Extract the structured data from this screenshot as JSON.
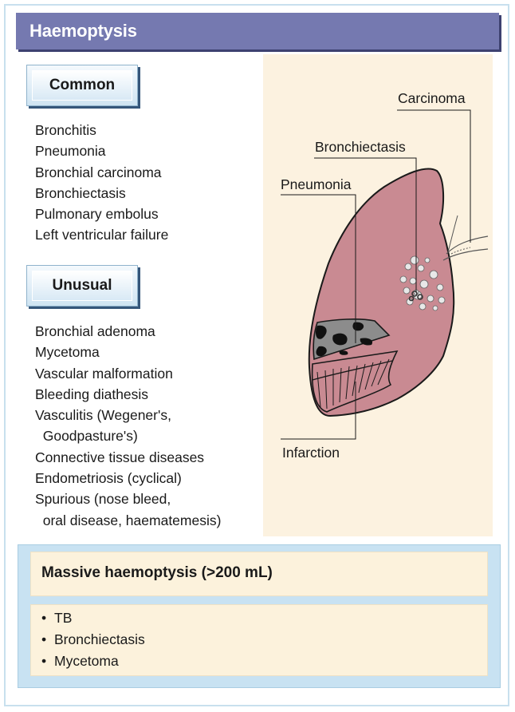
{
  "header": {
    "title": "Haemoptysis"
  },
  "common": {
    "label": "Common",
    "items": [
      "Bronchitis",
      "Pneumonia",
      "Bronchial carcinoma",
      "Bronchiectasis",
      "Pulmonary embolus",
      "Left ventricular failure"
    ]
  },
  "unusual": {
    "label": "Unusual",
    "items": [
      "Bronchial adenoma",
      "Mycetoma",
      "Vascular malformation",
      "Bleeding diathesis",
      "Vasculitis (Wegener's,",
      "  Goodpasture's)",
      "Connective tissue diseases",
      "Endometriosis (cyclical)",
      "Spurious (nose bleed,",
      "  oral disease, haematemesis)"
    ]
  },
  "diagram": {
    "labels": {
      "carcinoma": "Carcinoma",
      "bronchiectasis": "Bronchiectasis",
      "pneumonia": "Pneumonia",
      "infarction": "Infarction"
    },
    "colors": {
      "lung": "#c98a92",
      "background": "#fcf2e0",
      "header": "#7579b0"
    }
  },
  "massive": {
    "title": "Massive haemoptysis (>200 mL)",
    "items": [
      "TB",
      "Bronchiectasis",
      "Mycetoma"
    ]
  }
}
